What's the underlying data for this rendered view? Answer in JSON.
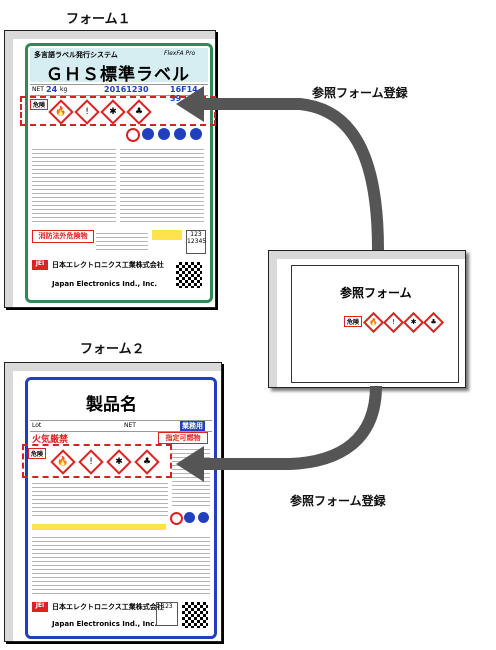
{
  "labels": {
    "form1": "フォーム１",
    "form2": "フォーム２",
    "ref_form": "参照フォーム",
    "register_top": "参照フォーム登録",
    "register_bottom": "参照フォーム登録"
  },
  "form1": {
    "system_name": "多言語ラベル発行システム",
    "product": "FlexFA Pro",
    "title": "ＧＨＳ標準ラベル",
    "net_label": "NET",
    "net_value": "24",
    "net_unit": "kg",
    "date_value": "20161230",
    "lot_value": "16F14-39",
    "signal_word": "危険",
    "warning_box": "消防法外危険物",
    "company_ja": "日本エレクトロニクス工業株式会社",
    "company_en": "Japan Electronics Ind., Inc.",
    "box_num_value": "123",
    "box_small": "12345"
  },
  "form2": {
    "title": "製品名",
    "lot_label": "Lot",
    "net_label": "NET",
    "business_use": "業務用",
    "flammable": "火気厳禁",
    "signal_word": "危険",
    "warning_box": "指定可燃物",
    "company_ja": "日本エレクトロニクス工業株式会社",
    "company_en": "Japan Electronics Ind., Inc.",
    "box_value": "123"
  },
  "ref_form": {
    "signal_word": "危険"
  },
  "colors": {
    "form1_border": "#2e8b57",
    "form2_border": "#1f3fbf",
    "danger_red": "#d22222",
    "arrow": "#555555"
  }
}
